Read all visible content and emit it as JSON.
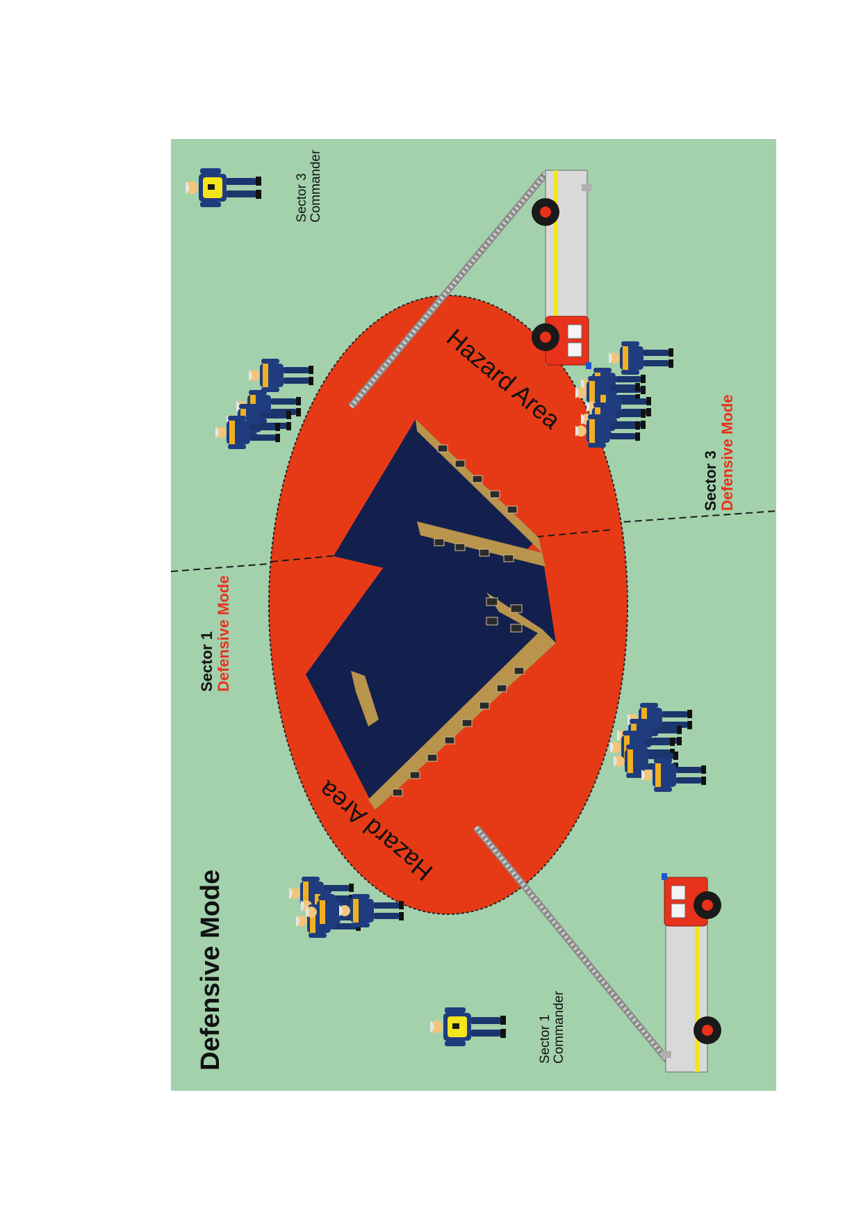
{
  "diagram": {
    "title": "Defensive Mode",
    "sector1": {
      "name": "Sector 1",
      "mode": "Defensive Mode"
    },
    "sector3": {
      "name": "Sector 3",
      "mode": "Defensive Mode"
    },
    "sector1_commander": {
      "line1": "Sector 1",
      "line2": "Commander"
    },
    "sector3_commander": {
      "line1": "Sector 3",
      "line2": "Commander"
    },
    "hazard_label_top": "Hazard Area",
    "hazard_label_bottom": "Hazard Area"
  },
  "colors": {
    "ground": "#a3d1ac",
    "hazard": "#e63a16",
    "roof": "#13204e",
    "wall": "#b8944c",
    "uniform": "#1f3c7e",
    "vest": "#f2e51a",
    "truck_red": "#e8321c",
    "truck_body": "#d9d9d9",
    "mode_text": "#e8321c",
    "text": "#111111"
  }
}
